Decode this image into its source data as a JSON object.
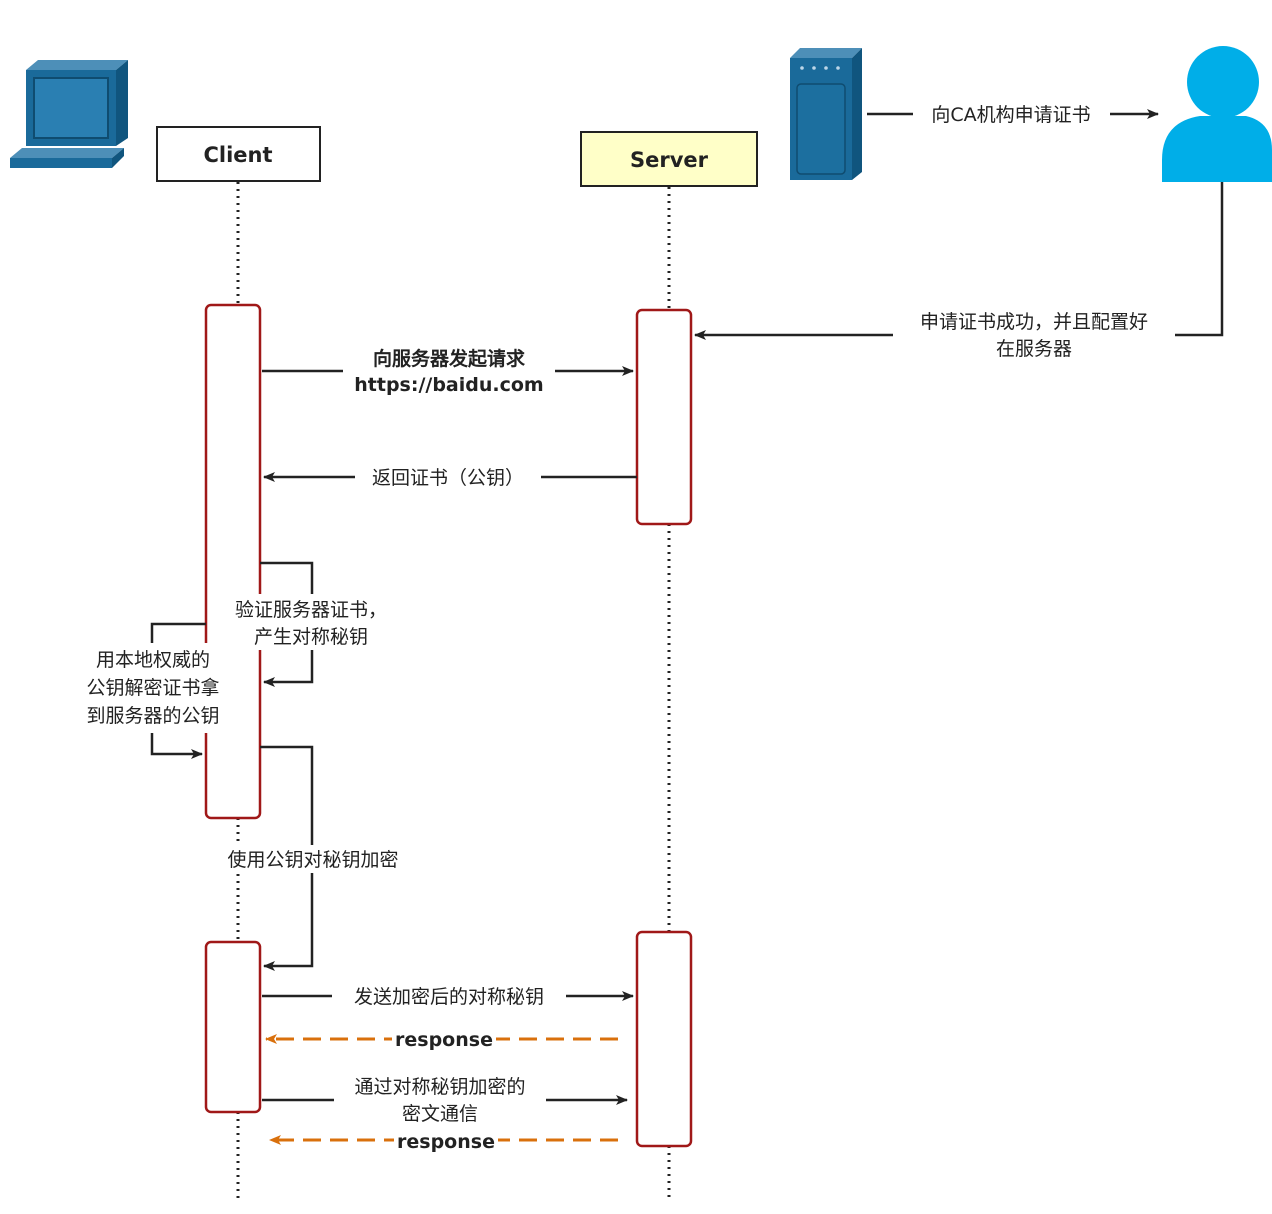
{
  "participants": {
    "client": "Client",
    "server": "Server"
  },
  "messages": {
    "ca_request": "向CA机构申请证书",
    "ca_success_line1": "申请证书成功，并且配置好",
    "ca_success_line2": "在服务器",
    "request_line1": "向服务器发起请求",
    "request_line2": "https://baidu.com",
    "return_cert": "返回证书（公钥）",
    "verify_line1": "验证服务器证书，",
    "verify_line2": "产生对称秘钥",
    "decrypt_line1": "用本地权威的",
    "decrypt_line2": "公钥解密证书拿",
    "decrypt_line3": "到服务器的公钥",
    "encrypt_key": "使用公钥对秘钥加密",
    "send_key": "发送加密后的对称秘钥",
    "response_1": "response",
    "comm_line1": "通过对称秘钥加密的",
    "comm_line2": "密文通信",
    "response_2": "response"
  },
  "colors": {
    "activation_border": "#a01818",
    "server_header_fill": "#ffffc8",
    "response_arrow": "#d9700c",
    "icon_blue": "#1a6a9a",
    "user_icon": "#00aee8"
  },
  "icons": {
    "client_device": "computer-icon",
    "server_device": "server-tower-icon",
    "ca_agency": "user-icon"
  }
}
